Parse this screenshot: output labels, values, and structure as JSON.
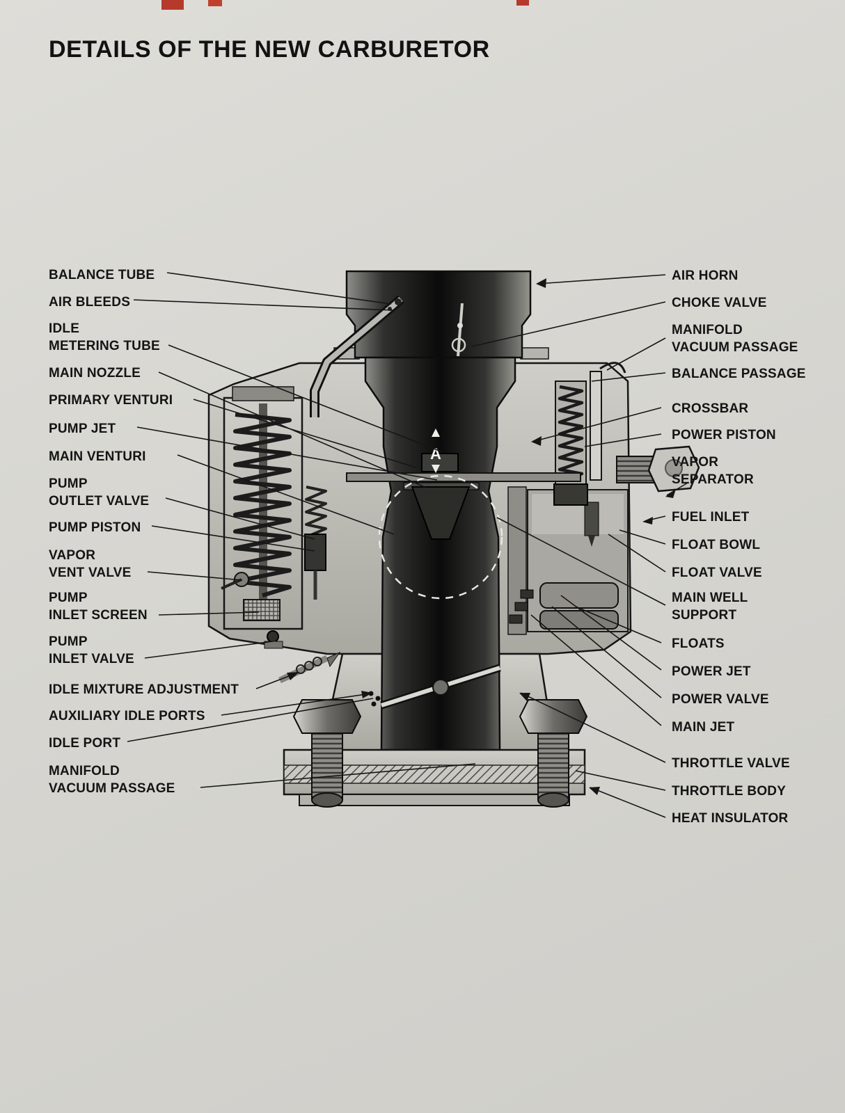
{
  "title": "DETAILS OF THE NEW CARBURETOR",
  "marker_a": "A",
  "colors": {
    "paper": "#d8d7d2",
    "ink": "#141414",
    "red_mark": "#b53a2c"
  },
  "labels": {
    "left": [
      {
        "text": "BALANCE TUBE"
      },
      {
        "text": "AIR BLEEDS"
      },
      {
        "text": "IDLE\nMETERING TUBE"
      },
      {
        "text": "MAIN NOZZLE"
      },
      {
        "text": "PRIMARY VENTURI"
      },
      {
        "text": "PUMP JET"
      },
      {
        "text": "MAIN VENTURI"
      },
      {
        "text": "PUMP\nOUTLET VALVE"
      },
      {
        "text": "PUMP PISTON"
      },
      {
        "text": "VAPOR\nVENT VALVE"
      },
      {
        "text": "PUMP\nINLET SCREEN"
      },
      {
        "text": "PUMP\nINLET VALVE"
      },
      {
        "text": "IDLE MIXTURE ADJUSTMENT"
      },
      {
        "text": "AUXILIARY IDLE PORTS"
      },
      {
        "text": "IDLE PORT"
      },
      {
        "text": "MANIFOLD\nVACUUM PASSAGE"
      }
    ],
    "right": [
      {
        "text": "AIR HORN"
      },
      {
        "text": "CHOKE VALVE"
      },
      {
        "text": "MANIFOLD\nVACUUM PASSAGE"
      },
      {
        "text": "BALANCE PASSAGE"
      },
      {
        "text": "CROSSBAR"
      },
      {
        "text": "POWER PISTON"
      },
      {
        "text": "VAPOR\nSEPARATOR"
      },
      {
        "text": "FUEL INLET"
      },
      {
        "text": "FLOAT BOWL"
      },
      {
        "text": "FLOAT VALVE"
      },
      {
        "text": "MAIN WELL\nSUPPORT"
      },
      {
        "text": "FLOATS"
      },
      {
        "text": "POWER JET"
      },
      {
        "text": "POWER VALVE"
      },
      {
        "text": "MAIN JET"
      },
      {
        "text": "THROTTLE VALVE"
      },
      {
        "text": "THROTTLE BODY"
      },
      {
        "text": "HEAT INSULATOR"
      }
    ]
  }
}
